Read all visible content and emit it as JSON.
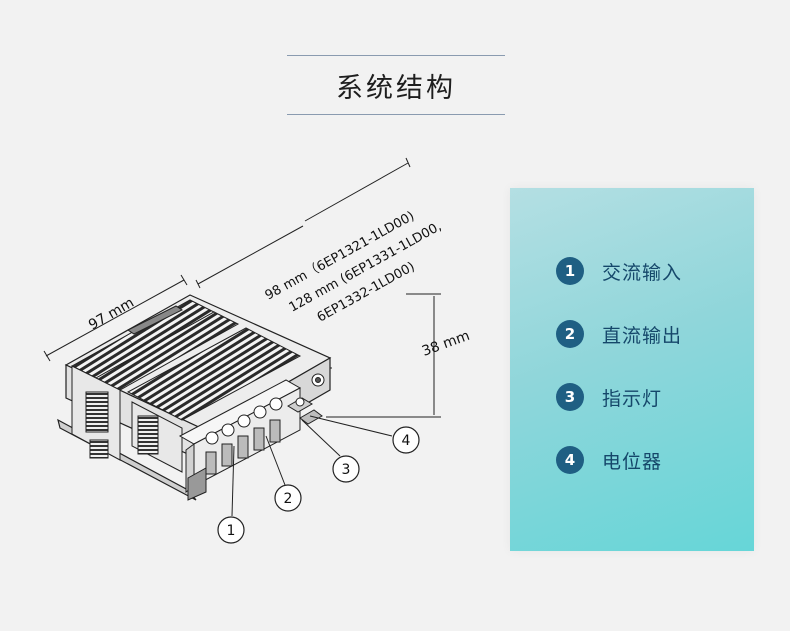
{
  "title": "系统结构",
  "dimensions": {
    "width": "97 mm",
    "length_line1": "98 mm（6EP1321-1LD00)",
    "length_line2": "128 mm (6EP1331-1LD00,",
    "length_line3": "6EP1332-1LD00)",
    "height": "38 mm"
  },
  "callouts": [
    "1",
    "2",
    "3",
    "4"
  ],
  "legend": {
    "items": [
      {
        "num": "1",
        "label": "交流输入"
      },
      {
        "num": "2",
        "label": "直流输出"
      },
      {
        "num": "3",
        "label": "指示灯"
      },
      {
        "num": "4",
        "label": "电位器"
      }
    ]
  },
  "colors": {
    "panel_top": "#b4dfe3",
    "panel_bottom": "#66d6d8",
    "badge": "#1f5f83",
    "legend_text": "#15476a"
  }
}
